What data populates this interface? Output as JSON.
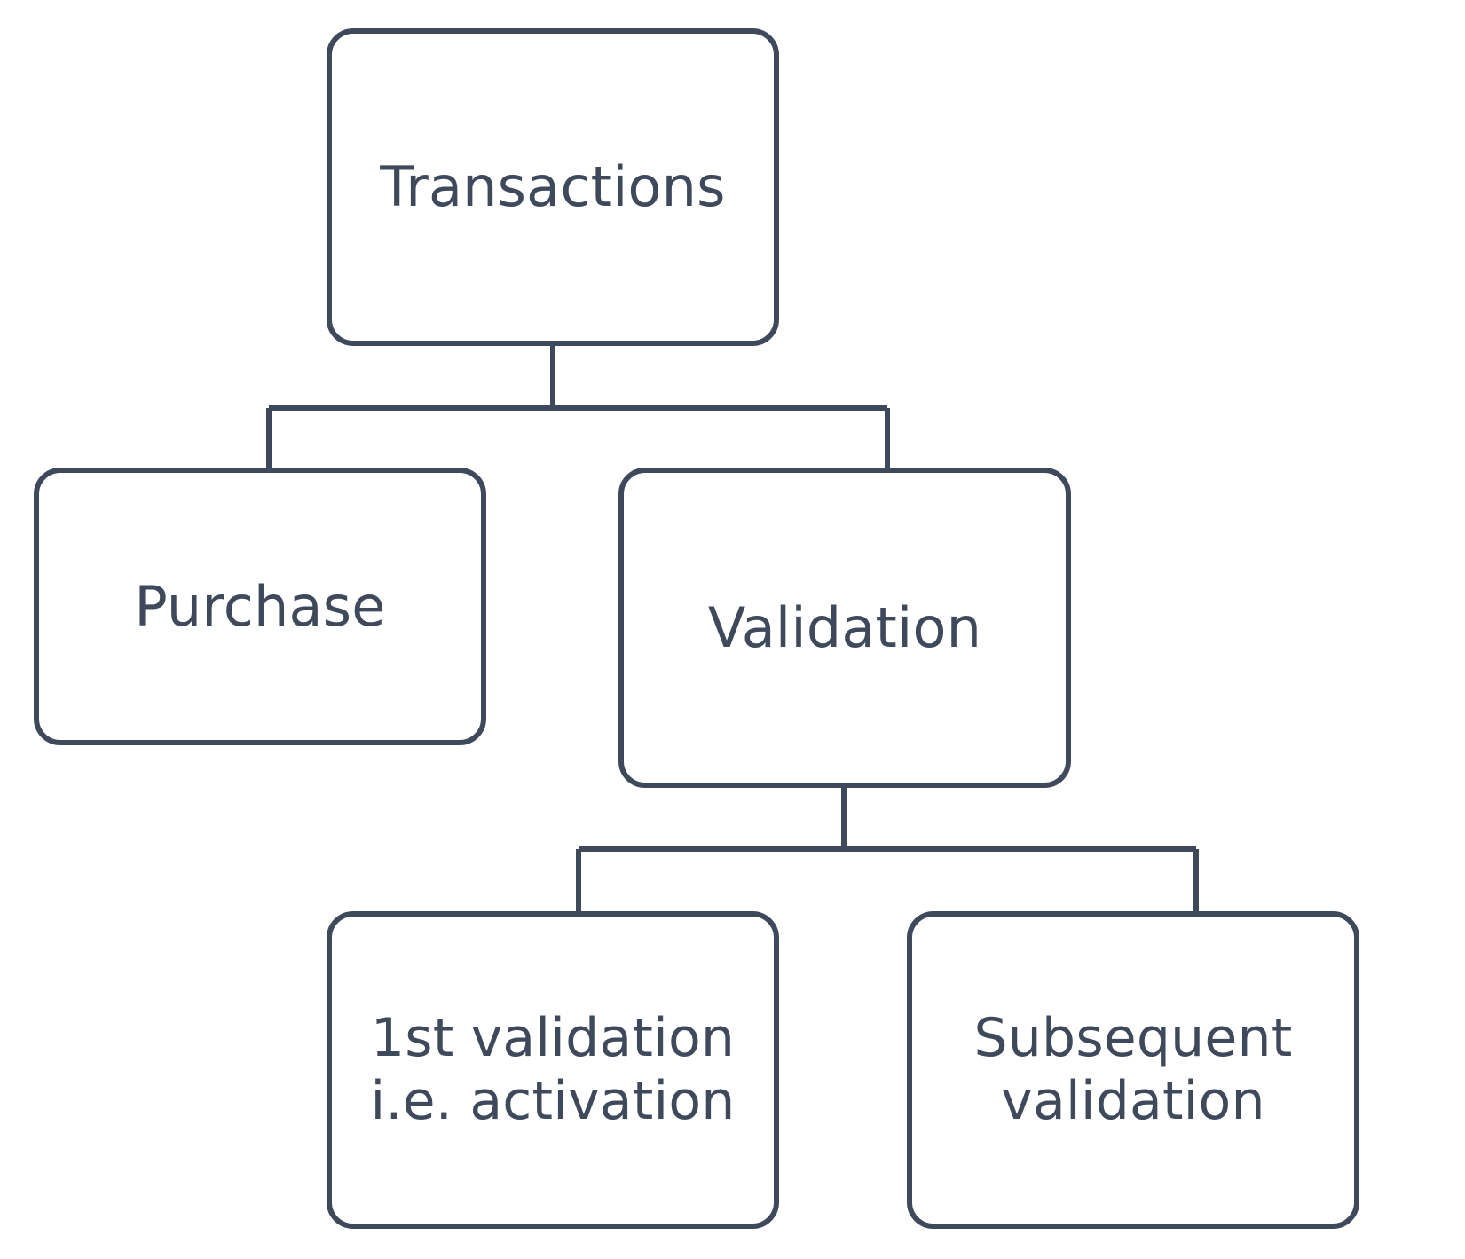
{
  "diagram": {
    "type": "hierarchy-tree",
    "title": "Transactions",
    "stroke_color": "#3e4a5c",
    "background_color": "#ffffff",
    "nodes": [
      {
        "id": "transactions",
        "label": "Transactions",
        "level": 0,
        "parent": null
      },
      {
        "id": "purchase",
        "label": "Purchase",
        "level": 1,
        "parent": "transactions"
      },
      {
        "id": "validation",
        "label": "Validation",
        "level": 1,
        "parent": "transactions"
      },
      {
        "id": "first-validation",
        "label": "1st validation\ni.e. activation",
        "level": 2,
        "parent": "validation"
      },
      {
        "id": "subsequent-validation",
        "label": "Subsequent\nvalidation",
        "level": 2,
        "parent": "validation"
      }
    ],
    "edges": [
      {
        "from": "transactions",
        "to": "purchase"
      },
      {
        "from": "transactions",
        "to": "validation"
      },
      {
        "from": "validation",
        "to": "first-validation"
      },
      {
        "from": "validation",
        "to": "subsequent-validation"
      }
    ]
  }
}
